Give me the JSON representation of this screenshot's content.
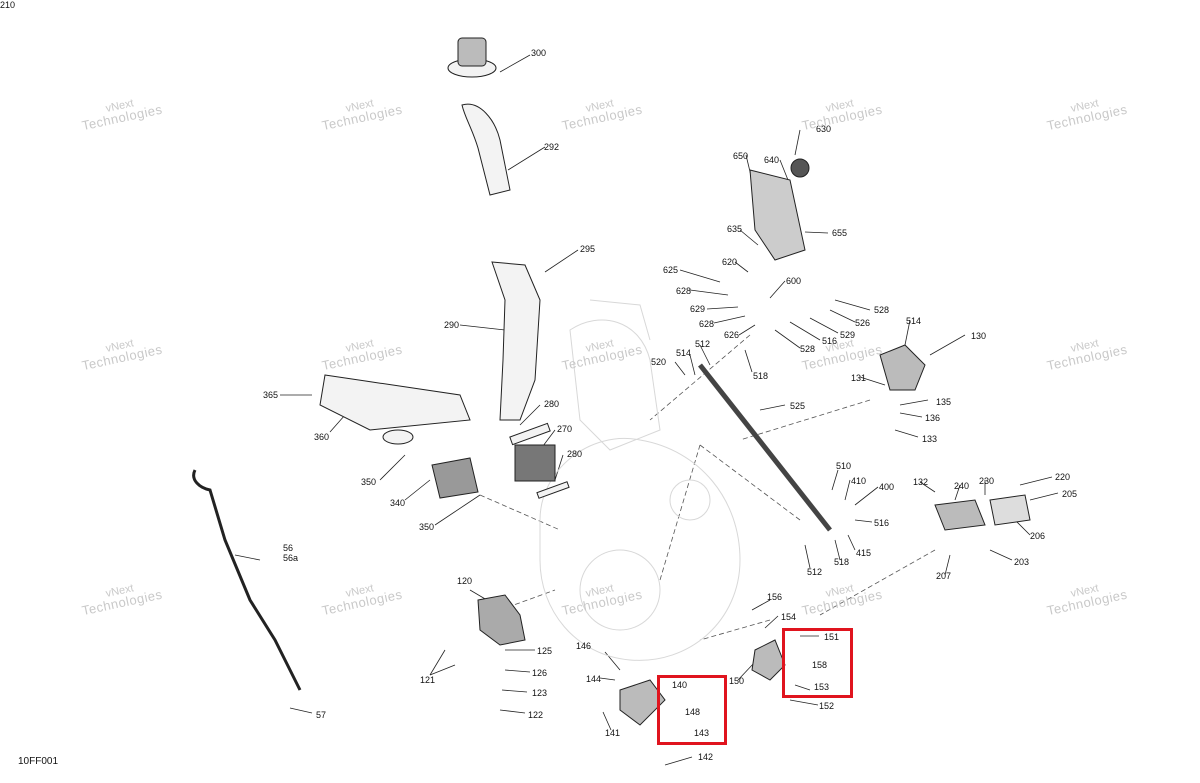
{
  "figure": {
    "code": "10FF001"
  },
  "watermark": {
    "line1": "vNext",
    "line2": "Technologies"
  },
  "callouts": [
    "300",
    "292",
    "295",
    "290",
    "280",
    "270",
    "280",
    "365",
    "360",
    "350",
    "340",
    "350",
    "56",
    "56a",
    "57",
    "120",
    "125",
    "126",
    "123",
    "122",
    "121",
    "146",
    "144",
    "141",
    "140",
    "148",
    "143",
    "142",
    "156",
    "154",
    "150",
    "151",
    "158",
    "153",
    "152",
    "630",
    "650",
    "640",
    "635",
    "655",
    "620",
    "625",
    "628",
    "600",
    "629",
    "628",
    "626",
    "516",
    "529",
    "528",
    "526",
    "528",
    "520",
    "514",
    "512",
    "518",
    "525",
    "510",
    "410",
    "400",
    "516",
    "415",
    "518",
    "512",
    "514",
    "130",
    "131",
    "135",
    "136",
    "133",
    "132",
    "240",
    "230",
    "220",
    "205",
    "206",
    "203",
    "207",
    "210"
  ],
  "highlight_color": "#e0141e"
}
